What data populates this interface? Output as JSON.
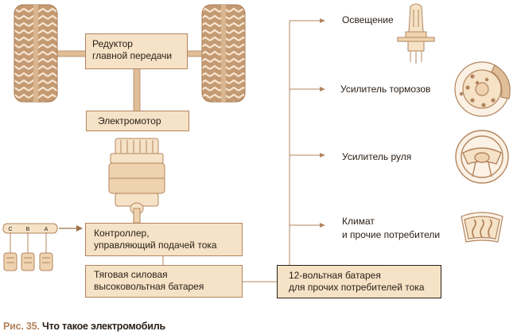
{
  "diagram": {
    "reducer": {
      "line1": "Редуктор",
      "line2": "главной передачи"
    },
    "motor": {
      "label": "Электромотор"
    },
    "controller": {
      "line1": "Контроллер,",
      "line2": "управляющий подачей тока"
    },
    "traction_battery": {
      "line1": "Тяговая силовая",
      "line2": "высоковольтная батарея"
    },
    "aux_battery": {
      "line1": "12-вольтная батарея",
      "line2": "для прочих потребителей тока"
    },
    "pedal_letters": [
      "C",
      "B",
      "A"
    ],
    "consumers": [
      {
        "line1": "Освещение",
        "line2": "",
        "icon": "headlight-bulb"
      },
      {
        "line1": "Усилитель тормозов",
        "line2": "",
        "icon": "brake-disc"
      },
      {
        "line1": "Усилитель руля",
        "line2": "",
        "icon": "steering-wheel"
      },
      {
        "line1": "Климат",
        "line2": "и прочие потребители",
        "icon": "windshield-heater"
      }
    ]
  },
  "caption": {
    "number": "Рис. 35.",
    "title": "Что такое электромобиль"
  },
  "colors": {
    "fill": "#f6e2c6",
    "line": "#b2855e",
    "ink": "#c9a07c",
    "text": "#2a2018"
  }
}
